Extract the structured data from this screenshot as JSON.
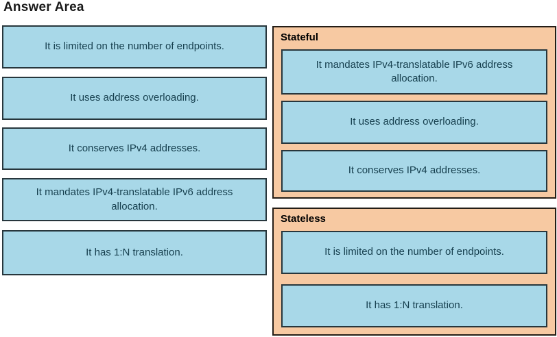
{
  "title": "Answer Area",
  "source": {
    "options": [
      "It is limited on the number of endpoints.",
      "It uses address overloading.",
      "It conserves IPv4 addresses.",
      "It mandates IPv4-translatable IPv6 address allocation.",
      "It has 1:N translation."
    ]
  },
  "stateful": {
    "label": "Stateful",
    "items": [
      "It mandates IPv4-translatable IPv6 address allocation.",
      "It uses address overloading.",
      "It conserves IPv4 addresses."
    ]
  },
  "stateless": {
    "label": "Stateless",
    "items": [
      "It is limited on the number of endpoints.",
      "It has 1:N translation."
    ]
  },
  "colors": {
    "option_fill": "#a8d8e8",
    "panel_fill": "#f7c9a2",
    "border_dark": "#27363c",
    "option_text": "#17404f"
  }
}
